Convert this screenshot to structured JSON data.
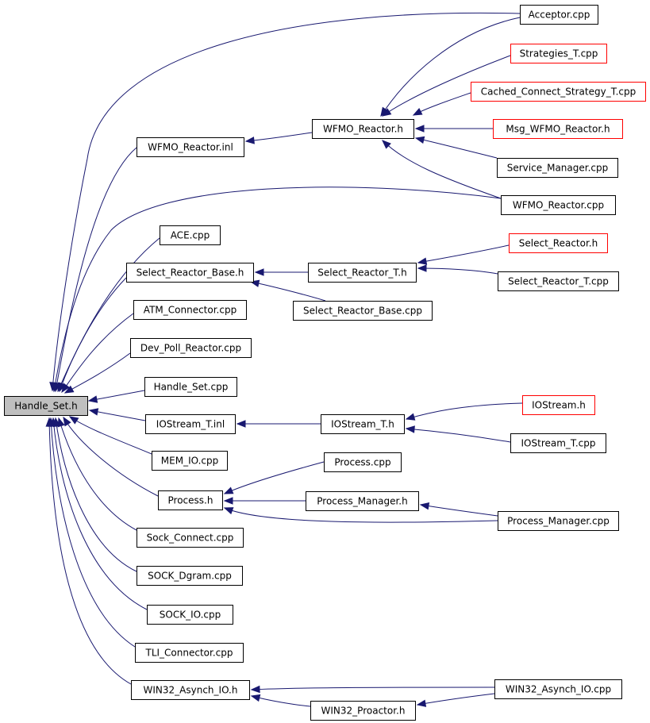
{
  "diagram": {
    "title": "",
    "colors": {
      "edge": "#191970",
      "root_fill": "#bfbfbf",
      "node_fill": "#ffffff",
      "node_border": "#000000",
      "truncated_border": "#ff0000"
    },
    "nodes": {
      "handle_set_h": {
        "label": "Handle_Set.h",
        "root": true
      },
      "acceptor_cpp": {
        "label": "Acceptor.cpp"
      },
      "strategies_t_cpp": {
        "label": "Strategies_T.cpp",
        "truncated": true
      },
      "cached_connect_strategy": {
        "label": "Cached_Connect_Strategy_T.cpp",
        "truncated": true
      },
      "wfmo_reactor_h": {
        "label": "WFMO_Reactor.h"
      },
      "msg_wfmo_reactor_h": {
        "label": "Msg_WFMO_Reactor.h",
        "truncated": true
      },
      "wfmo_reactor_inl": {
        "label": "WFMO_Reactor.inl"
      },
      "service_manager_cpp": {
        "label": "Service_Manager.cpp"
      },
      "wfmo_reactor_cpp": {
        "label": "WFMO_Reactor.cpp"
      },
      "ace_cpp": {
        "label": "ACE.cpp"
      },
      "select_reactor_h": {
        "label": "Select_Reactor.h",
        "truncated": true
      },
      "select_reactor_base_h": {
        "label": "Select_Reactor_Base.h"
      },
      "select_reactor_t_h": {
        "label": "Select_Reactor_T.h"
      },
      "select_reactor_t_cpp": {
        "label": "Select_Reactor_T.cpp"
      },
      "atm_connector_cpp": {
        "label": "ATM_Connector.cpp"
      },
      "select_reactor_base_cpp": {
        "label": "Select_Reactor_Base.cpp"
      },
      "dev_poll_reactor_cpp": {
        "label": "Dev_Poll_Reactor.cpp"
      },
      "handle_set_cpp": {
        "label": "Handle_Set.cpp"
      },
      "iostream_t_inl": {
        "label": "IOStream_T.inl"
      },
      "iostream_t_h": {
        "label": "IOStream_T.h"
      },
      "iostream_h": {
        "label": "IOStream.h",
        "truncated": true
      },
      "iostream_t_cpp": {
        "label": "IOStream_T.cpp"
      },
      "mem_io_cpp": {
        "label": "MEM_IO.cpp"
      },
      "process_cpp": {
        "label": "Process.cpp"
      },
      "process_h": {
        "label": "Process.h"
      },
      "process_manager_h": {
        "label": "Process_Manager.h"
      },
      "process_manager_cpp": {
        "label": "Process_Manager.cpp"
      },
      "sock_connect_cpp": {
        "label": "Sock_Connect.cpp"
      },
      "sock_dgram_cpp": {
        "label": "SOCK_Dgram.cpp"
      },
      "sock_io_cpp": {
        "label": "SOCK_IO.cpp"
      },
      "tli_connector_cpp": {
        "label": "TLI_Connector.cpp"
      },
      "win32_asynch_io_h": {
        "label": "WIN32_Asynch_IO.h"
      },
      "win32_asynch_io_cpp": {
        "label": "WIN32_Asynch_IO.cpp"
      },
      "win32_proactor_h": {
        "label": "WIN32_Proactor.h"
      }
    },
    "edges": [
      {
        "from": "acceptor_cpp",
        "to": "handle_set_h"
      },
      {
        "from": "acceptor_cpp",
        "to": "wfmo_reactor_h"
      },
      {
        "from": "strategies_t_cpp",
        "to": "wfmo_reactor_h"
      },
      {
        "from": "cached_connect_strategy",
        "to": "wfmo_reactor_h"
      },
      {
        "from": "msg_wfmo_reactor_h",
        "to": "wfmo_reactor_h"
      },
      {
        "from": "service_manager_cpp",
        "to": "wfmo_reactor_h"
      },
      {
        "from": "wfmo_reactor_cpp",
        "to": "wfmo_reactor_h"
      },
      {
        "from": "wfmo_reactor_h",
        "to": "wfmo_reactor_inl"
      },
      {
        "from": "wfmo_reactor_inl",
        "to": "handle_set_h"
      },
      {
        "from": "wfmo_reactor_cpp",
        "to": "handle_set_h"
      },
      {
        "from": "ace_cpp",
        "to": "handle_set_h"
      },
      {
        "from": "select_reactor_base_h",
        "to": "handle_set_h"
      },
      {
        "from": "select_reactor_t_h",
        "to": "select_reactor_base_h"
      },
      {
        "from": "select_reactor_base_cpp",
        "to": "select_reactor_base_h"
      },
      {
        "from": "select_reactor_h",
        "to": "select_reactor_t_h"
      },
      {
        "from": "select_reactor_t_cpp",
        "to": "select_reactor_t_h"
      },
      {
        "from": "atm_connector_cpp",
        "to": "handle_set_h"
      },
      {
        "from": "dev_poll_reactor_cpp",
        "to": "handle_set_h"
      },
      {
        "from": "handle_set_cpp",
        "to": "handle_set_h"
      },
      {
        "from": "iostream_t_inl",
        "to": "handle_set_h"
      },
      {
        "from": "iostream_t_h",
        "to": "iostream_t_inl"
      },
      {
        "from": "iostream_h",
        "to": "iostream_t_h"
      },
      {
        "from": "iostream_t_cpp",
        "to": "iostream_t_h"
      },
      {
        "from": "mem_io_cpp",
        "to": "handle_set_h"
      },
      {
        "from": "process_h",
        "to": "handle_set_h"
      },
      {
        "from": "process_cpp",
        "to": "process_h"
      },
      {
        "from": "process_manager_h",
        "to": "process_h"
      },
      {
        "from": "process_manager_cpp",
        "to": "process_h"
      },
      {
        "from": "process_manager_cpp",
        "to": "process_manager_h"
      },
      {
        "from": "sock_connect_cpp",
        "to": "handle_set_h"
      },
      {
        "from": "sock_dgram_cpp",
        "to": "handle_set_h"
      },
      {
        "from": "sock_io_cpp",
        "to": "handle_set_h"
      },
      {
        "from": "tli_connector_cpp",
        "to": "handle_set_h"
      },
      {
        "from": "win32_asynch_io_h",
        "to": "handle_set_h"
      },
      {
        "from": "win32_asynch_io_cpp",
        "to": "win32_asynch_io_h"
      },
      {
        "from": "win32_proactor_h",
        "to": "win32_asynch_io_h"
      },
      {
        "from": "win32_asynch_io_cpp",
        "to": "win32_proactor_h"
      }
    ]
  }
}
